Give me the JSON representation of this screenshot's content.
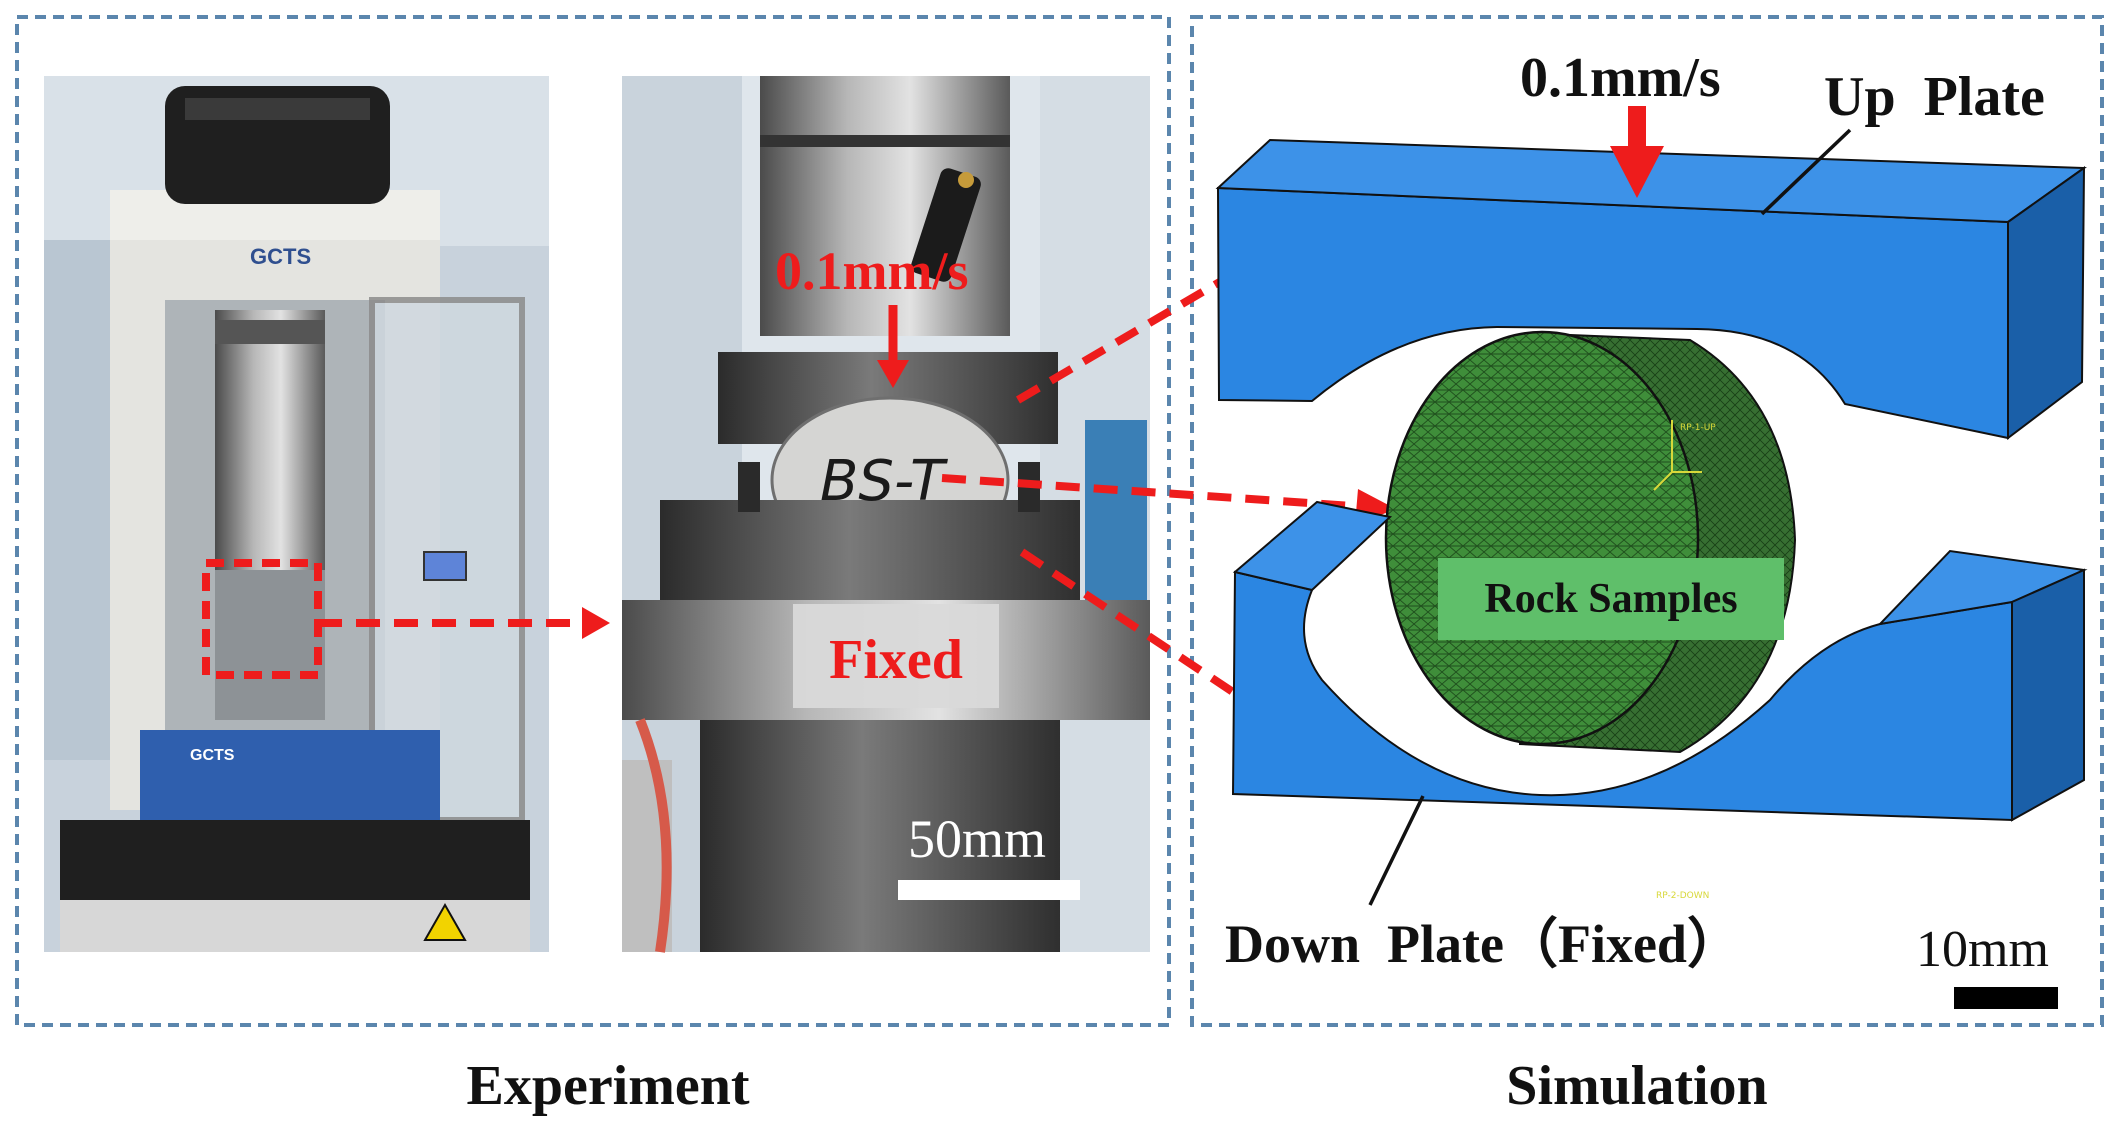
{
  "panels": {
    "experiment": {
      "caption": "Experiment"
    },
    "simulation": {
      "caption": "Simulation"
    }
  },
  "photo1": {
    "brand": "GCTS",
    "brand2": "GCTS"
  },
  "photo2": {
    "speed": "0.1mm/s",
    "specimen_mark": "BS-T",
    "fixed_label": "Fixed",
    "scale_label": "50mm"
  },
  "sim": {
    "speed": "0.1mm/s",
    "up_plate": "Up  Plate",
    "down_plate": "Down  Plate（Fixed）",
    "rock": "Rock Samples",
    "scale_label": "10mm",
    "ref_top": "RP-1-UP",
    "ref_bottom": "RP-2-DOWN"
  },
  "colors": {
    "frame": "#5b86ad",
    "arrow": "#ee1c1c",
    "plate": "#2b86e2",
    "plate_dark": "#1a5fa8",
    "rock": "#3f8e3a",
    "rock_label_bg": "#5fbf6a"
  }
}
